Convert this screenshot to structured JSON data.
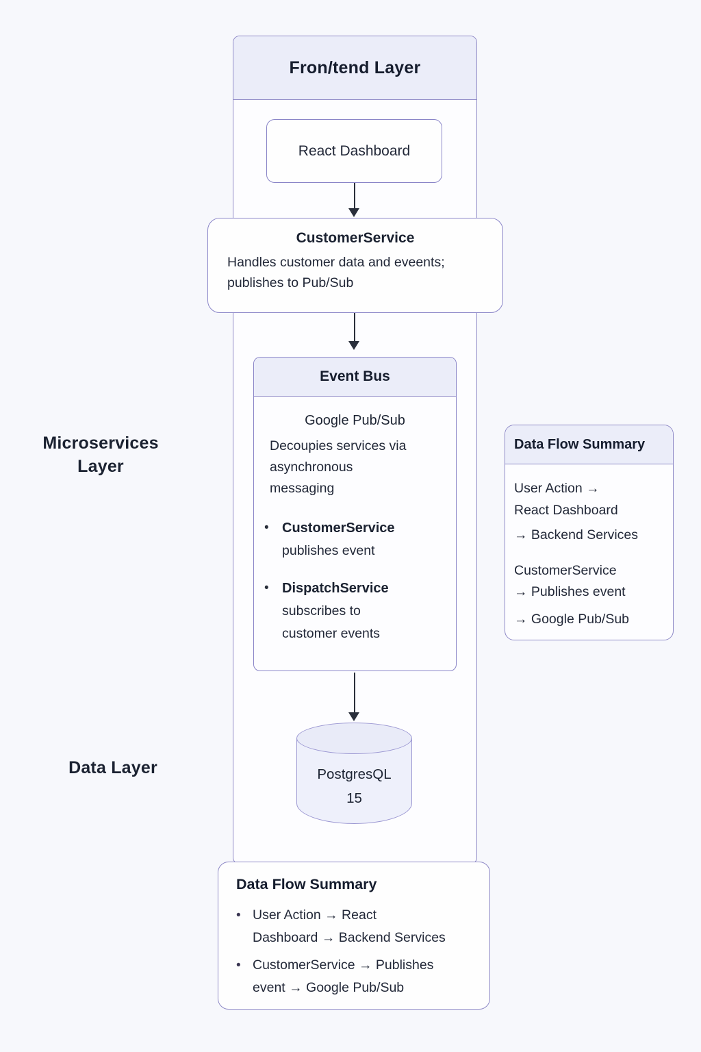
{
  "colors": {
    "background": "#f7f8fc",
    "panel_background": "#fdfdff",
    "header_fill": "#ebedf9",
    "border_purple": "#8e89c6",
    "text_dark": "#222838",
    "arrow": "#2a2f3b"
  },
  "frontend": {
    "header": "Fron/tend Layer",
    "node": "React Dashboard"
  },
  "customer_service": {
    "title": "CustomerService",
    "lines": [
      "Handles customer data and eveents;",
      "publishes to Pub/Sub"
    ]
  },
  "event_bus": {
    "header": "Event Bus",
    "subtitle": "Google Pub/Sub",
    "description_lines": [
      "Decoupies services via",
      "asynchronous",
      "messaging"
    ],
    "bullets": [
      {
        "name": "CustomerService",
        "detail": "publishes event"
      },
      {
        "name": "DispatchService",
        "detail": "subscribes to customer events"
      }
    ]
  },
  "labels": {
    "microservices": "Microservices Layer",
    "data": "Data Layer"
  },
  "database": {
    "name": "PostgresQL",
    "version": "15"
  },
  "side_summary": {
    "title": "Data Flow Summary",
    "group1": [
      "User Action →",
      "React Dashboard",
      "→ Backend Services"
    ],
    "group2": [
      "CustomerService",
      "→ Publishes event",
      "→ Google Pub/Sub"
    ]
  },
  "bottom_summary": {
    "title": "Data Flow Summary",
    "bullets": [
      {
        "lines": [
          "User Action →  React",
          "Dashboard → Backend Services"
        ]
      },
      {
        "lines": [
          "CustomerService → Publishes",
          "event → Google Pub/Sub"
        ]
      }
    ]
  }
}
